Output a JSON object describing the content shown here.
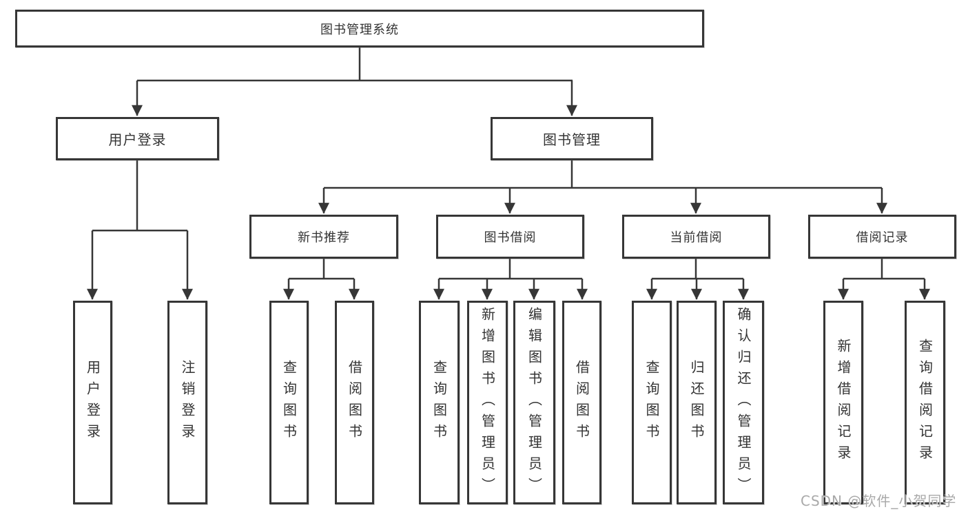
{
  "tree": {
    "root": "图书管理系统",
    "branches": [
      {
        "label": "用户登录",
        "children": [
          "用户登录",
          "注销登录"
        ]
      },
      {
        "label": "图书管理",
        "children": [
          {
            "label": "新书推荐",
            "children": [
              "查询图书",
              "借阅图书"
            ]
          },
          {
            "label": "图书借阅",
            "children": [
              "查询图书",
              "新增图书（管理员）",
              "编辑图书（管理员）",
              "借阅图书"
            ]
          },
          {
            "label": "当前借阅",
            "children": [
              "查询图书",
              "归还图书",
              "确认归还（管理员）"
            ]
          },
          {
            "label": "借阅记录",
            "children": [
              "新增借阅记录",
              "查询借阅记录"
            ]
          }
        ]
      }
    ]
  },
  "watermark": {
    "text": "CSDN @软件_小贺同学"
  },
  "colors": {
    "line": "#363636",
    "box_border": "#363636",
    "text": "#333333",
    "background": "#ffffff",
    "watermark": "#a9a9a9"
  }
}
